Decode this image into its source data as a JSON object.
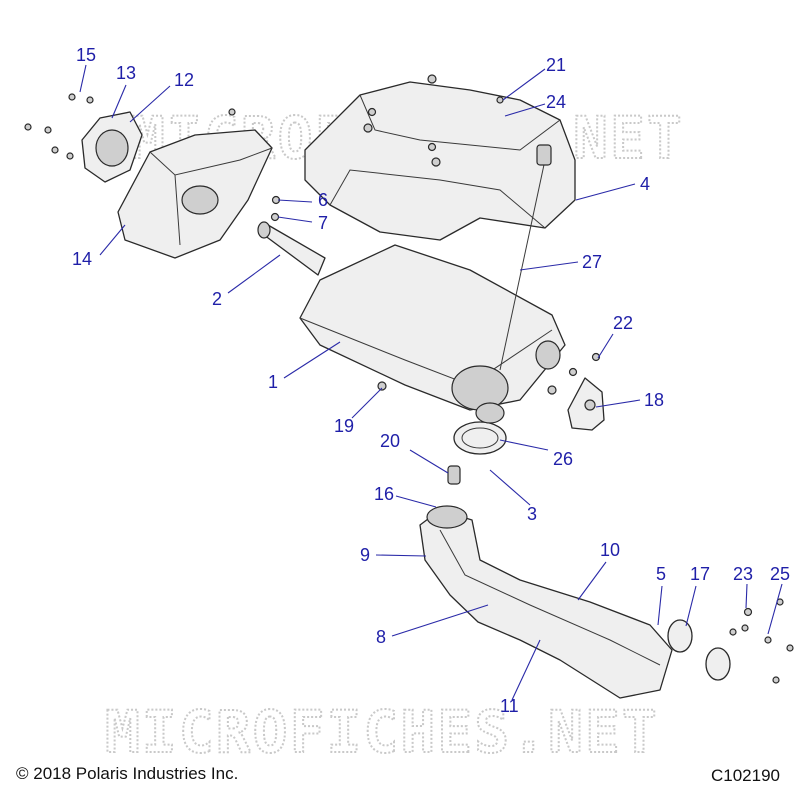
{
  "watermark": "MICROFICHES.NET",
  "copyright": "© 2018 Polaris Industries Inc.",
  "figure_id": "C102190",
  "callouts": [
    {
      "id": "1",
      "label": "1"
    },
    {
      "id": "2",
      "label": "2"
    },
    {
      "id": "3",
      "label": "3"
    },
    {
      "id": "4",
      "label": "4"
    },
    {
      "id": "5",
      "label": "5"
    },
    {
      "id": "6",
      "label": "6"
    },
    {
      "id": "7",
      "label": "7"
    },
    {
      "id": "8",
      "label": "8"
    },
    {
      "id": "9",
      "label": "9"
    },
    {
      "id": "10",
      "label": "10"
    },
    {
      "id": "11",
      "label": "11"
    },
    {
      "id": "12",
      "label": "12"
    },
    {
      "id": "13",
      "label": "13"
    },
    {
      "id": "14",
      "label": "14"
    },
    {
      "id": "15",
      "label": "15"
    },
    {
      "id": "16",
      "label": "16"
    },
    {
      "id": "17",
      "label": "17"
    },
    {
      "id": "18",
      "label": "18"
    },
    {
      "id": "19",
      "label": "19"
    },
    {
      "id": "20",
      "label": "20"
    },
    {
      "id": "21",
      "label": "21"
    },
    {
      "id": "22",
      "label": "22"
    },
    {
      "id": "23",
      "label": "23"
    },
    {
      "id": "24",
      "label": "24"
    },
    {
      "id": "25",
      "label": "25"
    },
    {
      "id": "26",
      "label": "26"
    },
    {
      "id": "27",
      "label": "27"
    }
  ]
}
